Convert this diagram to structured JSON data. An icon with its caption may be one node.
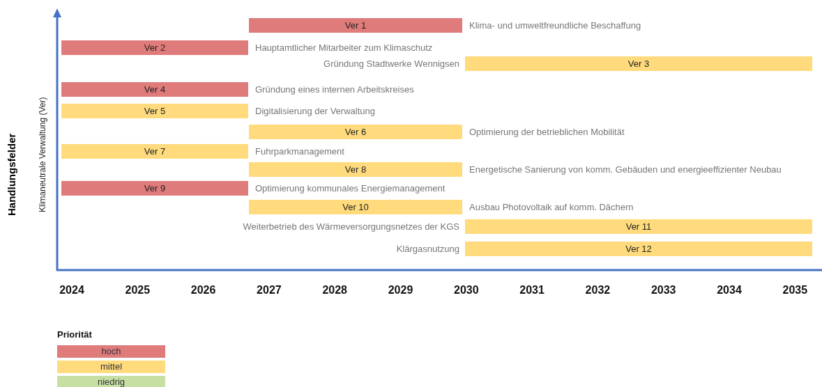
{
  "diagram": {
    "nodes": [
      {
        "text": [
          "Ver 1"
        ],
        "beside": [
          "Klima- und umweltfreundliche Beschaffung"
        ]
      },
      {
        "text": [
          "Ver 2"
        ],
        "beside": [
          "Hauptamtlicher Mitarbeiter zum Klimaschutz"
        ]
      },
      {
        "text": [
          "Ver 3"
        ],
        "beside": [
          "Gründung Stadtwerke Wennigsen"
        ]
      },
      {
        "text": [
          "Ver 4"
        ],
        "beside": [
          "Gründung eines internen Arbeitskreises"
        ]
      },
      {
        "text": [
          "Ver 5"
        ],
        "beside": [
          "Digitalisierung der Verwaltung"
        ]
      },
      {
        "text": [
          "Ver 6"
        ],
        "beside": [
          "Optimierung der betrieblichen Mobilität"
        ]
      },
      {
        "text": [
          "Ver 7"
        ],
        "beside": [
          "Fuhrparkmanagement"
        ]
      },
      {
        "text": [
          "Ver 8"
        ],
        "beside": [
          "Energetische Sanierung von komm. Gebäuden und energieeffizienter Neubau"
        ]
      },
      {
        "text": [
          "Ver 9"
        ],
        "beside": [
          "Optimierung kommunales Energiemanagement"
        ]
      },
      {
        "text": [
          "Ver 10"
        ],
        "beside": [
          "Ausbau Photovoltaik auf komm. Dächern"
        ]
      },
      {
        "text": [
          "Ver 11"
        ],
        "beside": [
          "Weiterbetrieb des Wärmeversorgungsnetzes der KGS"
        ]
      },
      {
        "text": [
          "Ver 12"
        ],
        "beside": [
          "Klärgasnutzung"
        ]
      }
    ],
    "edges": [],
    "labels": [
      "Handlungsfelder",
      "Klimaneutrale Verwaltung (Ver)",
      "2024",
      "2025",
      "2026",
      "2027",
      "2028",
      "2029",
      "2030",
      "2031",
      "2032",
      "2033",
      "2034",
      "2035",
      "Priorität"
    ],
    "legend": [
      {
        "text": "hoch",
        "color": "#e07b7b"
      },
      {
        "text": "mittel",
        "color": "#ffdb7d"
      },
      {
        "text": "niedrig",
        "color": "#c6e0a4"
      }
    ]
  }
}
